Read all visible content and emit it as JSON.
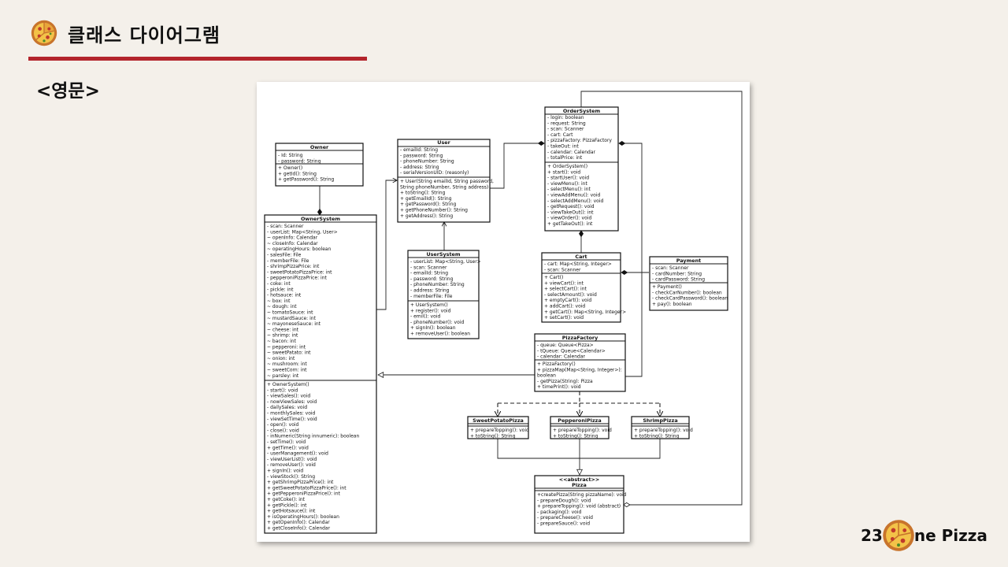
{
  "header": {
    "title": "클래스 다이어그램",
    "subtitle": "<영문>",
    "icon": "pizza-icon"
  },
  "brand": {
    "number": "23",
    "icon": "pizza-icon",
    "text": "ne Pizza"
  },
  "colors": {
    "accent": "#b3242c",
    "background": "#f4f0ea"
  },
  "classes": {
    "owner": {
      "title": "Owner",
      "attributes": [
        "- Id: String",
        "- password: String"
      ],
      "methods": [
        "+ Owner()",
        "+ getId(): String",
        "+ getPassword(): String"
      ]
    },
    "user": {
      "title": "User",
      "attributes": [
        "- emailId: String",
        "- password: String",
        "- phoneNumber: String",
        "- address: String",
        "- serialVersionUID: (reasonly)"
      ],
      "methods": [
        "+ User(String emailId, String password,",
        "String phoneNumber, String address)",
        "+ toString(): String",
        "+ getEmailId(): String",
        "+ getPassword(): String",
        "+ getPhoneNumber(): String",
        "+ getAddress(): String"
      ]
    },
    "order_system": {
      "title": "OrderSystem",
      "attributes": [
        "- login: boolean",
        "- request: String",
        "- scan: Scanner",
        "- cart: Cart",
        "- pizzaFactory: PizzaFactory",
        "- takeOut: int",
        "- calendar: Calendar",
        "- totalPrice: int"
      ],
      "methods": [
        "+ OrderSystem()",
        "+ start(): void",
        "- startUser(): void",
        "- viewMenu(): int",
        "- selectMenu(): int",
        "- viewAddMenu(): void",
        "- selectAddMenu(): void",
        "- getRequest(): void",
        "- viewTakeOut(): int",
        "- viewOrder(): void",
        "+ getTakeOut(): int"
      ]
    },
    "owner_system": {
      "title": "OwnerSystem",
      "attributes": [
        "- scan: Scanner",
        "- userList: Map<String, User>",
        "~ openInfo: Calendar",
        "~ closeInfo: Calendar",
        "~ operatingHours: boolean",
        "- salesFile: File",
        "- memberFile: File",
        "- shrimpPizzaPrice: int",
        "- sweetPotatoPizzaPrice: int",
        "- pepperoniPizzaPrice: int",
        "- coke: int",
        "- pickle: int",
        "- hotsauce: int",
        "~ box: int",
        "~ dough: int",
        "~ tomatoSauce: int",
        "~ mustardSauce: int",
        "~ mayoneseSauce: int",
        "~ cheese: int",
        "~ shrimp: int",
        "~ bacon: int",
        "~ pepperoni: int",
        "~ sweetPatato: int",
        "~ onion: int",
        "~ mushroom: int",
        "~ sweetCorn: int",
        "~ parsley: int"
      ],
      "methods": [
        "+ OwnerSystem()",
        "- start(): void",
        "- viewSales(): void",
        "- nowViewSales: void",
        "- dailySales: void",
        "- monthlySales: void",
        "- viewSetTime(): void",
        "- open(): void",
        "- close(): void",
        "- inNumeric(String innumeric): boolean",
        "- setTime(): void",
        "+ getTime(): void",
        "- userManagement(): void",
        "- viewUserList(): void",
        "- removeUser(): void",
        "+ signIn(): void",
        "- viewStock(): String",
        "+ getShrimpPizzaPrice(): int",
        "+ getSweetPotatoPizzaPrice(): int",
        "+ getPepperoniPizzaPrice(): int",
        "+ getCoke(): int",
        "+ getPickle(): int",
        "+ getHotsauce(): int",
        "+ isOperatingHours(): boolean",
        "+ getOpenInfo(): Calendar",
        "+ getCloseInfo(): Calendar"
      ]
    },
    "user_system": {
      "title": "UserSystem",
      "attributes": [
        "- userList: Map<String, User>",
        "- scan: Scanner",
        "- emailId: String",
        "- password: String",
        "- phoneNumber: String",
        "- address: String",
        "- memberFile: File"
      ],
      "methods": [
        "+ UserSystem()",
        "+ register(): void",
        "- emil(): void",
        "- phoneNumber(): void",
        "+ signIn(): boolean",
        "+ removeUser(): boolean"
      ]
    },
    "cart": {
      "title": "Cart",
      "attributes": [
        "- cart: Map<String, Integer>",
        "- scan: Scanner"
      ],
      "methods": [
        "+ Cart()",
        "+ viewCart(): int",
        "+ selectCart(): int",
        "- selectAmount(): void",
        "+ emptyCart(): void",
        "+ addCart(): void",
        "+ getCart(): Map<String, Integer>",
        "+ setCart(): void"
      ]
    },
    "payment": {
      "title": "Payment",
      "attributes": [
        "- scan: Scanner",
        "- cardNumber: String",
        "- cardPassword: String"
      ],
      "methods": [
        "+ Payment()",
        "- checkCarNumber(): boolean",
        "- checkCardPassword(): boolean",
        "+ pay(): boolean"
      ]
    },
    "pizza_factory": {
      "title": "PizzaFactory",
      "attributes": [
        "- queue: Queue<Pizza>",
        "- tQueue: Queue<Calendar>",
        "- calendar: Calendar"
      ],
      "methods": [
        "+ PizzaFactory()",
        "+ pizzaMap(Map<String, Integer>):",
        "boolean",
        "- getPizza(String): Pizza",
        "+ timePrint(): void"
      ]
    },
    "sweet_potato_pizza": {
      "title": "SweetPotatoPizza",
      "attributes": [],
      "methods": [
        "+ prepareTopping(): void",
        "+ toString(): String"
      ]
    },
    "pepperoni_pizza": {
      "title": "PepperoniPizza",
      "attributes": [],
      "methods": [
        "+ prepareTopping(): void",
        "+ toString(): String"
      ]
    },
    "shrimp_pizza": {
      "title": "ShrimpPizza",
      "attributes": [],
      "methods": [
        "+ prepareTopping(): void",
        "+ toString(): String"
      ]
    },
    "pizza": {
      "stereotype": "<<abstract>>",
      "title": "Pizza",
      "attributes": [],
      "methods": [
        "+createPizza(String pizzaName): void",
        "- prepareDough(): void",
        "+ prepareTopping(): void (abstract)",
        "- packaging(): void",
        "- prepareCheese(): void",
        "- prepareSauce(): void"
      ]
    }
  }
}
